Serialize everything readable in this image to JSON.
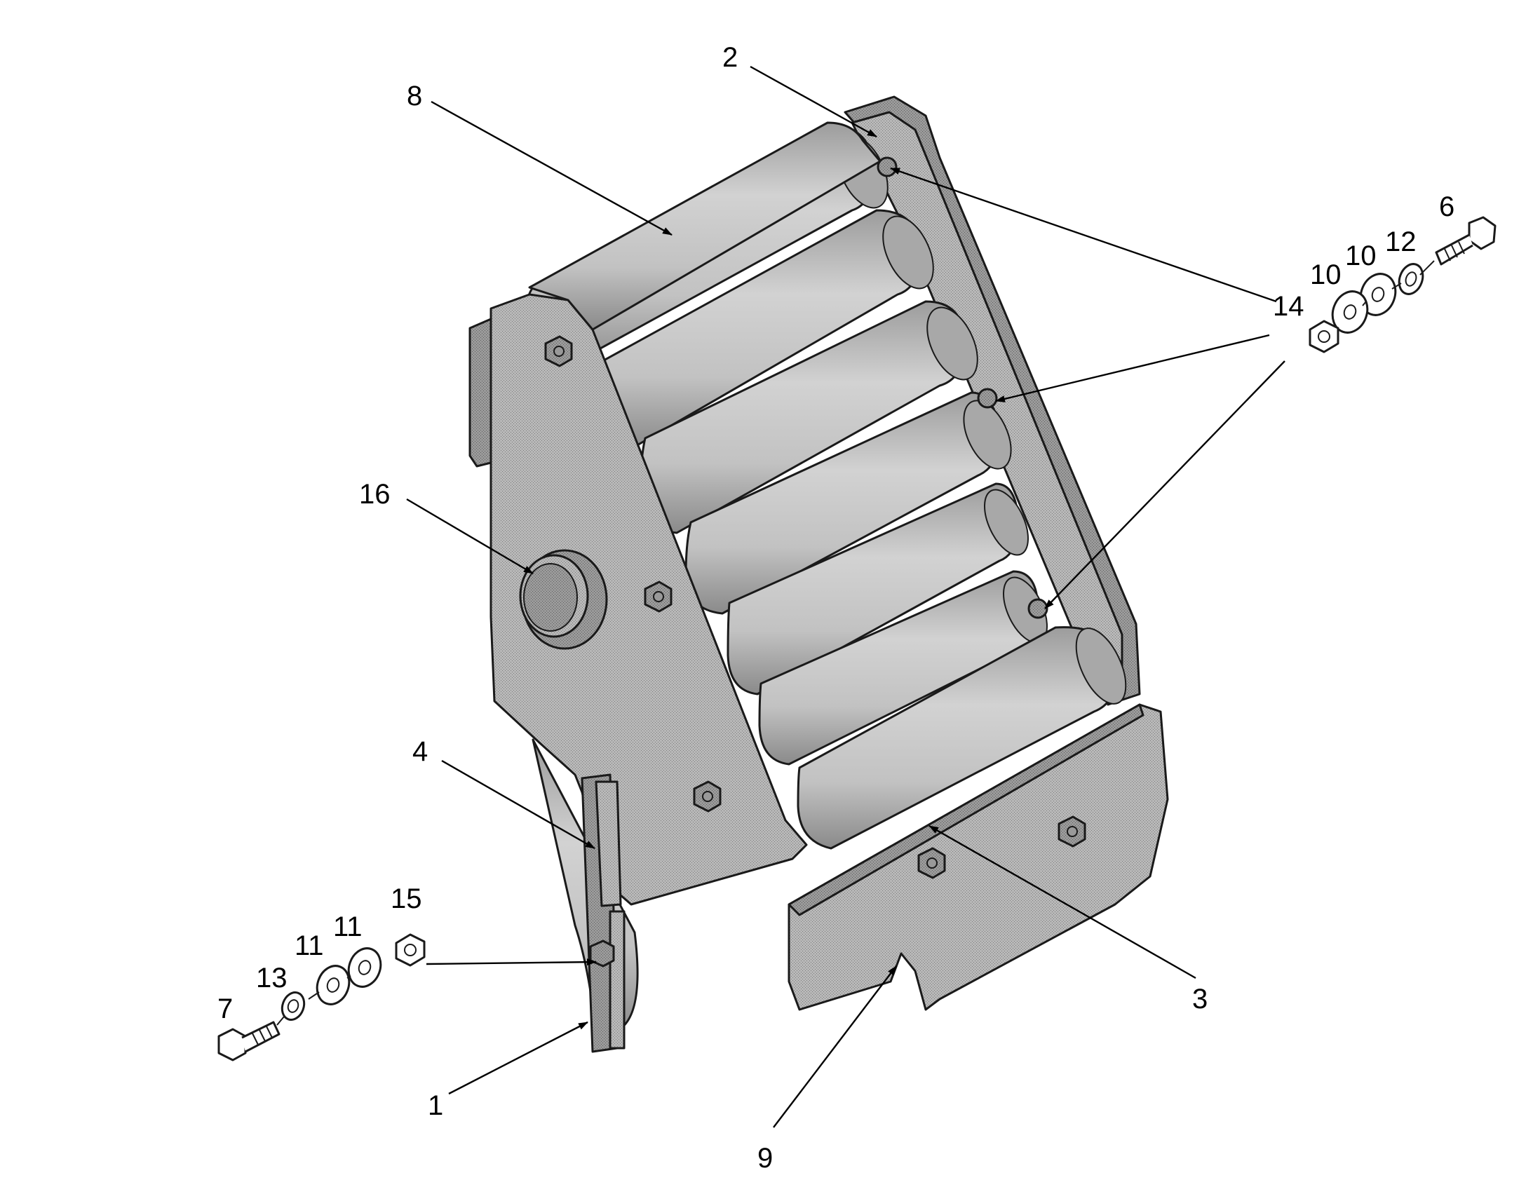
{
  "diagram": {
    "callouts": {
      "c1": "1",
      "c2": "2",
      "c3": "3",
      "c4": "4",
      "c6": "6",
      "c7": "7",
      "c8": "8",
      "c9": "9",
      "c10a": "10",
      "c10b": "10",
      "c11a": "11",
      "c11b": "11",
      "c12": "12",
      "c13": "13",
      "c14": "14",
      "c15": "15",
      "c16": "16"
    },
    "colors": {
      "part_fill": "#b4b4b4",
      "part_dark": "#8c8c8c",
      "roller_fill": "#c8c8c8",
      "outline": "#1a1a1a"
    }
  }
}
